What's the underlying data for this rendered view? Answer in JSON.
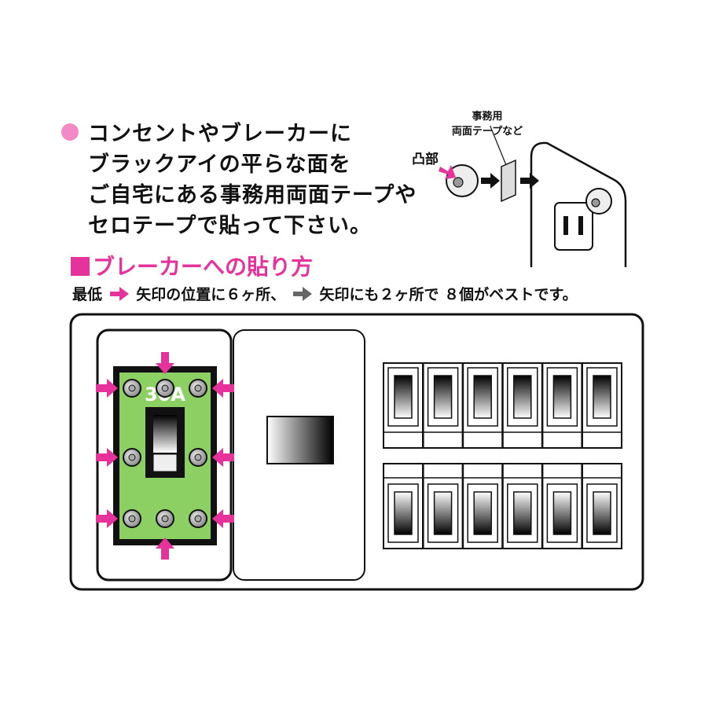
{
  "intro": {
    "lines": [
      "コンセントやブレーカーに",
      "ブラックアイの平らな面を",
      "ご自宅にある事務用両面テープや",
      "セロテープで貼って下さい。"
    ]
  },
  "illustration": {
    "tape_label_line1": "事務用",
    "tape_label_line2": "両面テープなど",
    "bump_label": "凸部"
  },
  "section": {
    "title": "ブレーカーへの貼り方",
    "instruction_part1": "最低",
    "instruction_part2": "矢印の位置に６ヶ所、",
    "instruction_part3": "矢印にも２ヶ所で ８個がベストです。"
  },
  "panel": {
    "main_breaker_label": "30A",
    "branch_rows": 2,
    "branch_cols": 6
  },
  "colors": {
    "pink": "#e6329b",
    "bullet": "#f28ac7",
    "green": "#8ccf63",
    "gray_arrow": "#666666"
  }
}
